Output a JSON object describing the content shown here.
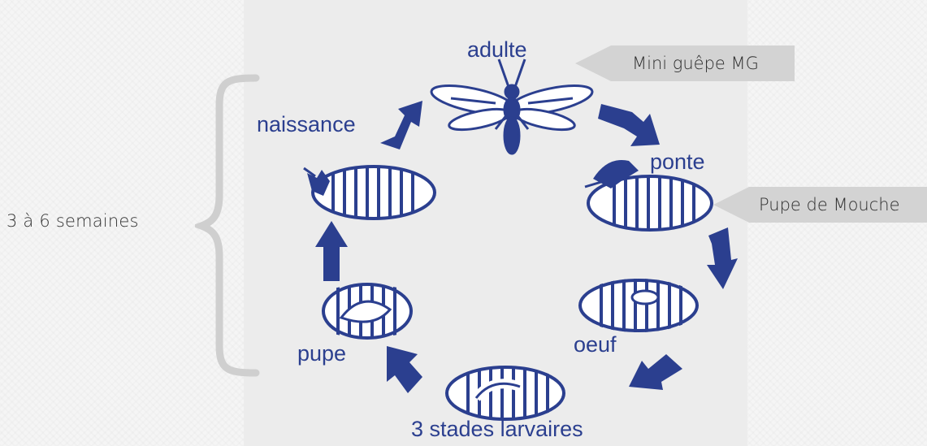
{
  "duration_text": "3 à 6 semaines",
  "callouts": {
    "mini_guepe": "Mini guêpe MG",
    "pupe_mouche": "Pupe de Mouche"
  },
  "stages": {
    "adulte": "adulte",
    "ponte": "ponte",
    "oeuf": "oeuf",
    "larvaire": "3 stades larvaires",
    "pupe": "pupe",
    "naissance": "naissance"
  },
  "colors": {
    "diagram_blue": "#2b3f8f",
    "callout_gray": "#d3d3d3",
    "brace_gray": "#cfcfcf"
  }
}
